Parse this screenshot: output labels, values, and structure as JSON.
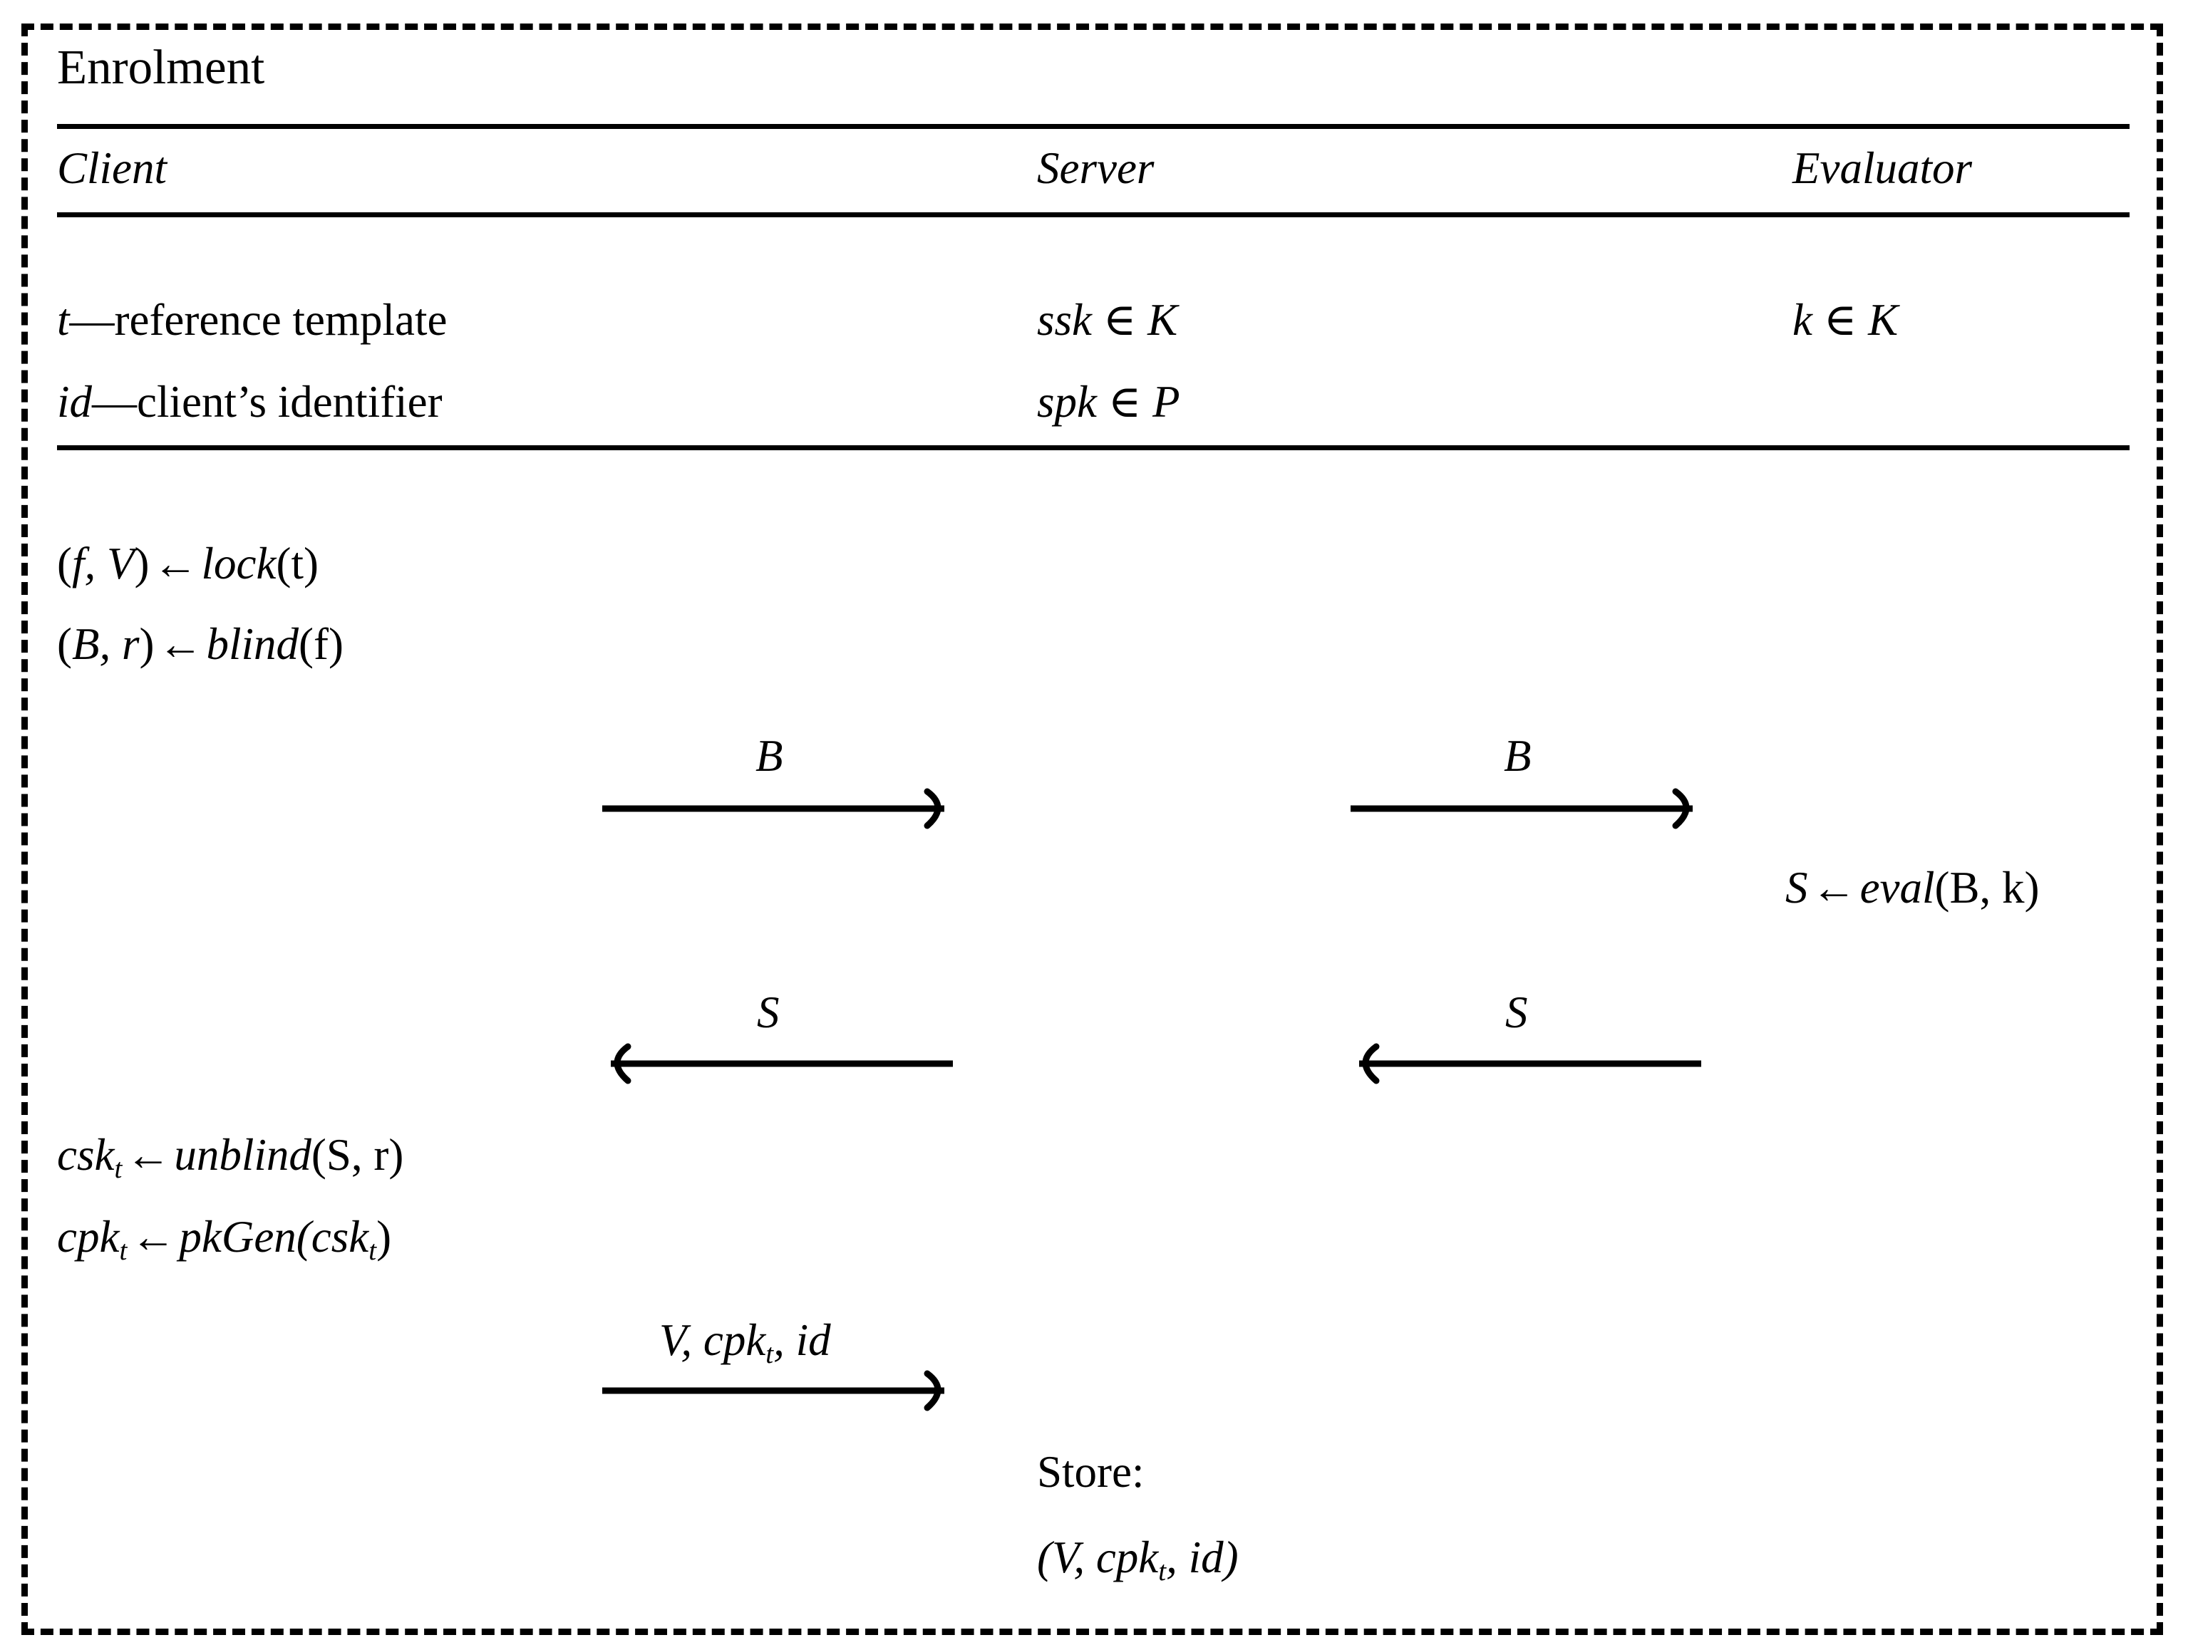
{
  "figure": {
    "title": "Enrolment",
    "border_style": "dashed",
    "border_color": "#000000",
    "rule_color": "#000000"
  },
  "columns": [
    {
      "id": "client",
      "label": "Client"
    },
    {
      "id": "server",
      "label": "Server"
    },
    {
      "id": "evaluator",
      "label": "Evaluator"
    }
  ],
  "parameters": {
    "client": [
      {
        "var": "t",
        "dash": "—",
        "desc": "reference template"
      },
      {
        "var": "id",
        "dash": "—",
        "desc": "client’s identifier"
      }
    ],
    "server": [
      {
        "lhs": "ssk",
        "rel": "∈",
        "rhs": "K"
      },
      {
        "lhs": "spk",
        "rel": "∈",
        "rhs": "P"
      }
    ],
    "evaluator": [
      {
        "lhs": "k",
        "rel": "∈",
        "rhs": "K"
      }
    ]
  },
  "steps": {
    "client_lock": {
      "lhs_open": "(",
      "lhs": "f, V",
      "lhs_close": ")",
      "arrow": "←",
      "fn": "lock",
      "args": "(t)"
    },
    "client_blind": {
      "lhs_open": "(",
      "lhs": "B, r",
      "lhs_close": ")",
      "arrow": "←",
      "fn": "blind",
      "args": "(f)"
    },
    "evaluator_eval": {
      "lhs": "S",
      "arrow": "←",
      "fn": "eval",
      "args": "(B, k)"
    },
    "client_unblind": {
      "lhs": "csk",
      "lhs_sub": "t",
      "arrow": "←",
      "fn": "unblind",
      "args": "(S, r)"
    },
    "client_pkgen": {
      "lhs": "cpk",
      "lhs_sub": "t",
      "arrow": "←",
      "fn": "pkGen",
      "args_open": "(csk",
      "args_sub": "t",
      "args_close": ")"
    },
    "server_store": {
      "heading": "Store:",
      "open": "(V, cpk",
      "sub": "t",
      "close": ", id)"
    }
  },
  "messages": [
    {
      "id": "b-client-server",
      "label": "B",
      "direction": "right",
      "from": "client",
      "to": "server"
    },
    {
      "id": "b-server-evaluator",
      "label": "B",
      "direction": "right",
      "from": "server",
      "to": "evaluator"
    },
    {
      "id": "s-server-client",
      "label": "S",
      "direction": "left",
      "from": "server",
      "to": "client"
    },
    {
      "id": "s-evaluator-server",
      "label": "S",
      "direction": "left",
      "from": "evaluator",
      "to": "server"
    },
    {
      "id": "v-cpk-id",
      "label_open": "V, cpk",
      "label_sub": "t",
      "label_close": ", id",
      "direction": "right",
      "from": "client",
      "to": "server"
    }
  ]
}
